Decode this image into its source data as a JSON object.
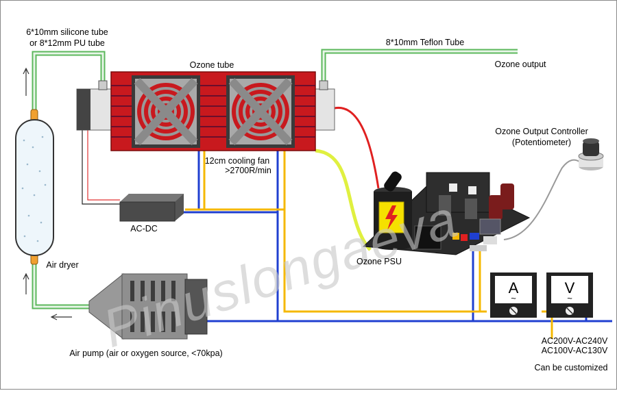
{
  "labels": {
    "silicone_tube_1": "6*10mm silicone tube",
    "silicone_tube_2": "or 8*12mm PU tube",
    "teflon_tube": "8*10mm Teflon Tube",
    "ozone_tube": "Ozone tube",
    "ozone_output": "Ozone output",
    "controller_1": "Ozone Output Controller",
    "controller_2": "(Potentiometer)",
    "fan_1": "12cm cooling fan",
    "fan_2": ">2700R/min",
    "acdc": "AC-DC",
    "psu": "Ozone PSU",
    "air_dryer": "Air dryer",
    "air_pump": "Air pump (air or oxygen source, <70kpa)",
    "voltage_1": "AC200V-AC240V",
    "voltage_2": "AC100V-AC130V",
    "customized": "Can be customized",
    "ammeter": "A",
    "voltmeter": "V",
    "meter_wave": "~"
  },
  "watermark": "Pinuslongaeva",
  "colors": {
    "ozone_tube": "#c8191e",
    "tube_green": "#5cb85c",
    "wire_blue": "#1f3fd0",
    "wire_yellow": "#f5b800",
    "wire_red": "#e02020",
    "hv_yellow": "#e0f040",
    "pcb": "#2b2b2b"
  }
}
